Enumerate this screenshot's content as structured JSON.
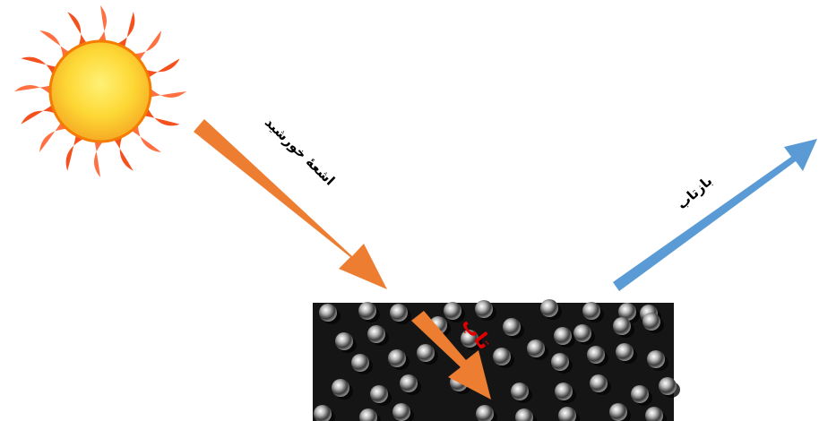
{
  "labels": {
    "incoming": "اشعهٔ خورشید",
    "reflection": "بازتاب",
    "surface": "تاب"
  },
  "colors": {
    "incoming_arrow": "#ed7d31",
    "reflection_arrow": "#5b9bd5",
    "surface_label": "#e00000",
    "surface_bg": "#151515"
  },
  "icons": [
    "sun-icon",
    "glass-beads-surface"
  ]
}
